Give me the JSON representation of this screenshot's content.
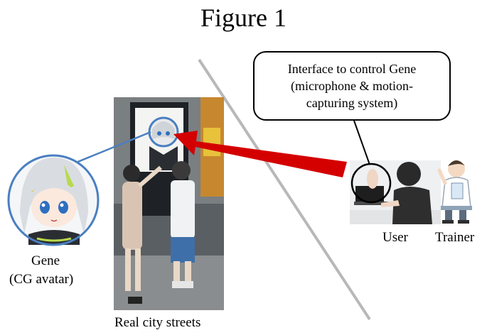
{
  "figure": {
    "title": "Figure 1"
  },
  "callout": {
    "lines": [
      "Interface to control Gene",
      "(microphone & motion-",
      "capturing system)"
    ]
  },
  "labels": {
    "gene_name": "Gene",
    "gene_desc": "(CG avatar)",
    "street": "Real city streets",
    "user": "User",
    "trainer": "Trainer"
  },
  "colors": {
    "arrow": "#d40000",
    "circle_outline": "#4a7fc1",
    "divider": "#b8b8b8",
    "avatar_hair": "#d9dde2",
    "avatar_accent": "#b8d94a"
  }
}
